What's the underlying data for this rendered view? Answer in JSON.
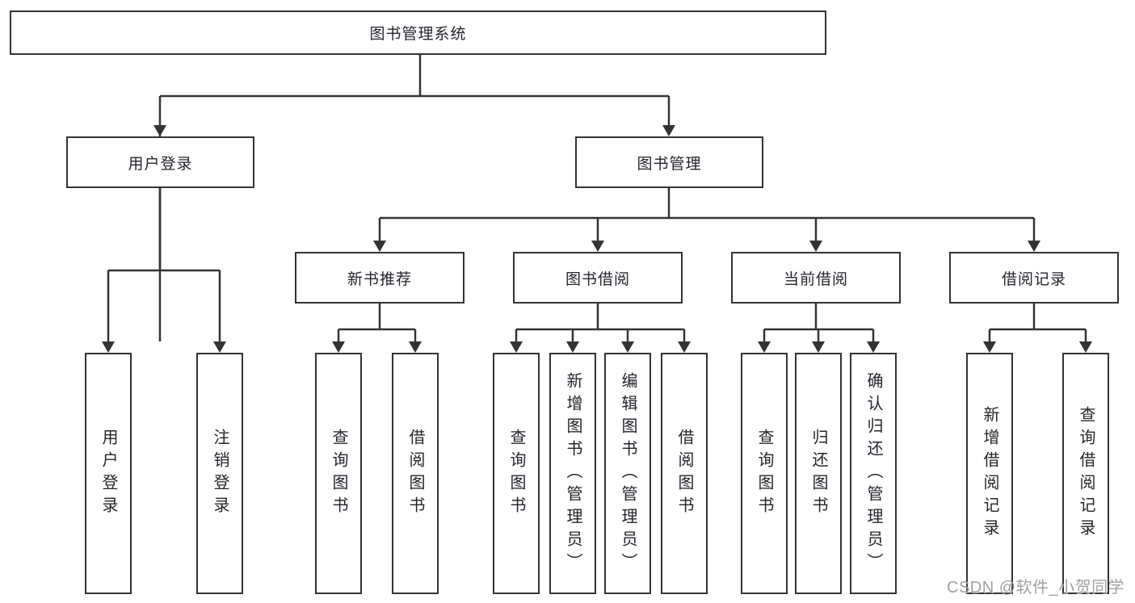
{
  "tree": {
    "root": {
      "label": "图书管理系统"
    },
    "branches": [
      {
        "label": "用户登录",
        "children": [
          {
            "label": "用户登录"
          },
          {
            "label": "注销登录"
          }
        ]
      },
      {
        "label": "图书管理",
        "groups": [
          {
            "label": "新书推荐",
            "children": [
              {
                "label": "查询图书"
              },
              {
                "label": "借阅图书"
              }
            ]
          },
          {
            "label": "图书借阅",
            "children": [
              {
                "label": "查询图书"
              },
              {
                "label": "新增图书（管理员）"
              },
              {
                "label": "编辑图书（管理员）"
              },
              {
                "label": "借阅图书"
              }
            ]
          },
          {
            "label": "当前借阅",
            "children": [
              {
                "label": "查询图书"
              },
              {
                "label": "归还图书"
              },
              {
                "label": "确认归还（管理员）"
              }
            ]
          },
          {
            "label": "借阅记录",
            "children": [
              {
                "label": "新增借阅记录"
              },
              {
                "label": "查询借阅记录"
              }
            ]
          }
        ]
      }
    ]
  },
  "watermark": "CSDN @软件_小贺同学",
  "colors": {
    "line": "#333333",
    "text": "#22252c",
    "background": "#ffffff",
    "watermark": "#949496"
  }
}
